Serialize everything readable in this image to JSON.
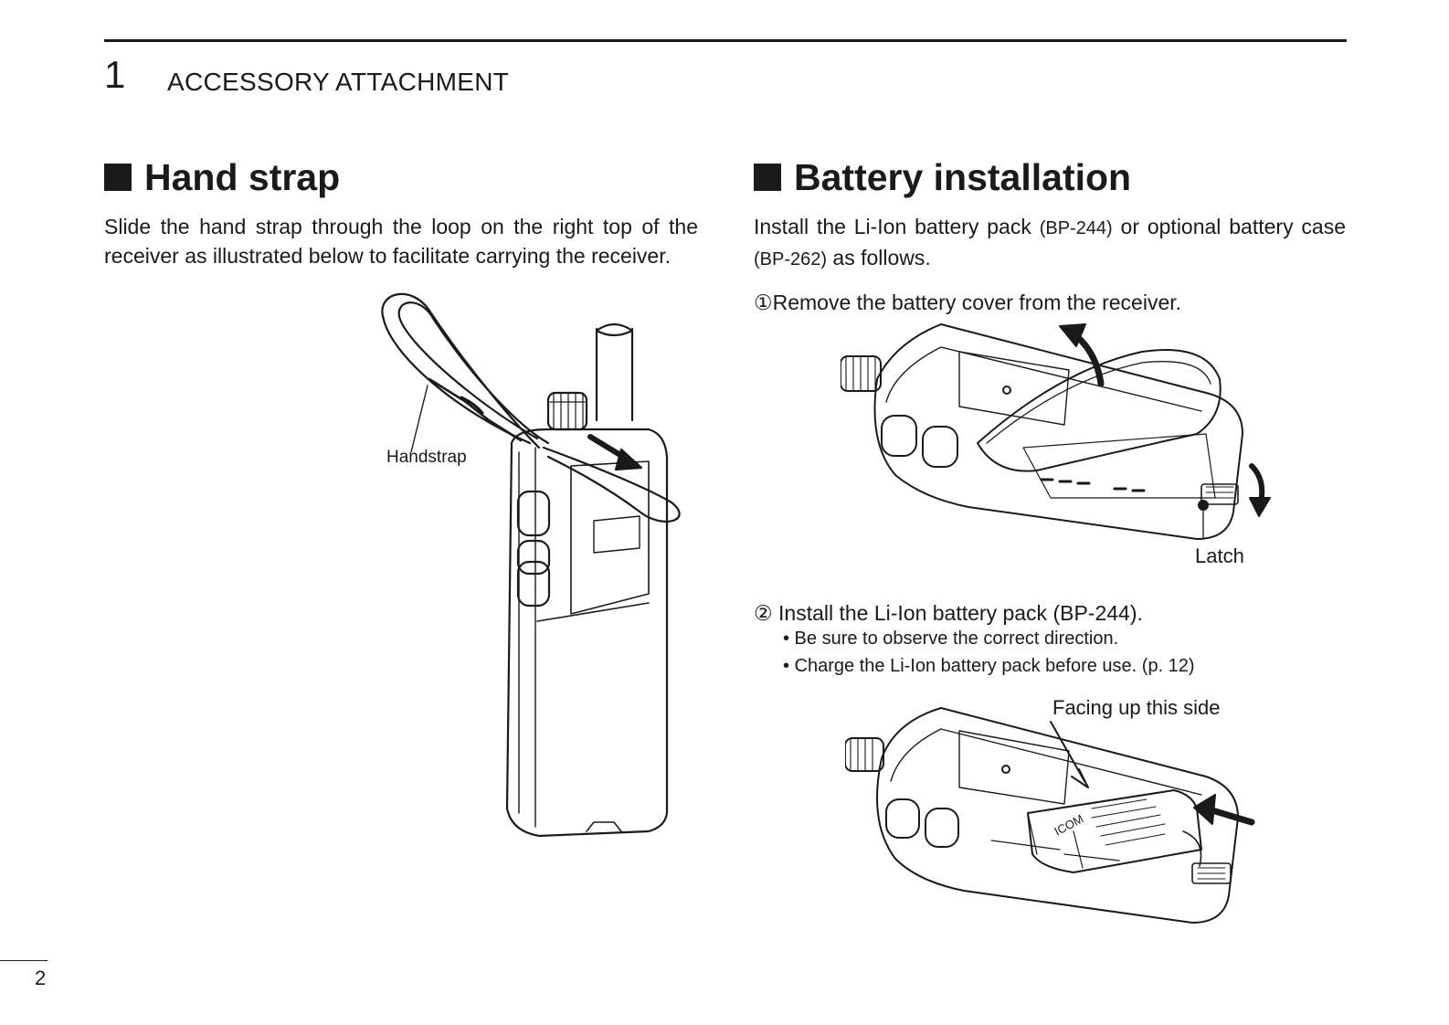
{
  "header": {
    "chapter_number": "1",
    "chapter_title": "ACCESSORY ATTACHMENT"
  },
  "hand_strap": {
    "heading": "Hand strap",
    "text": "Slide the hand strap through the loop on the right top of the receiver as illustrated below to facilitate carrying the receiver.",
    "callout": "Handstrap"
  },
  "battery": {
    "heading": "Battery installation",
    "intro_part1": "Install the Li-Ion battery pack ",
    "intro_model1": "(BP-244)",
    "intro_part2": " or optional battery case ",
    "intro_model2": "(BP-262)",
    "intro_part3": " as follows.",
    "step1": "①Remove the battery cover from the receiver.",
    "latch_label": "Latch",
    "step2": "② Install the Li-Ion battery pack (BP-244).",
    "bullets": [
      "• Be sure to observe the correct direction.",
      "• Charge the Li-Ion battery pack before use. (p. 12)"
    ],
    "facing_label": "Facing up this side",
    "battery_print": "ICOM"
  },
  "footer": {
    "page_number": "2"
  }
}
